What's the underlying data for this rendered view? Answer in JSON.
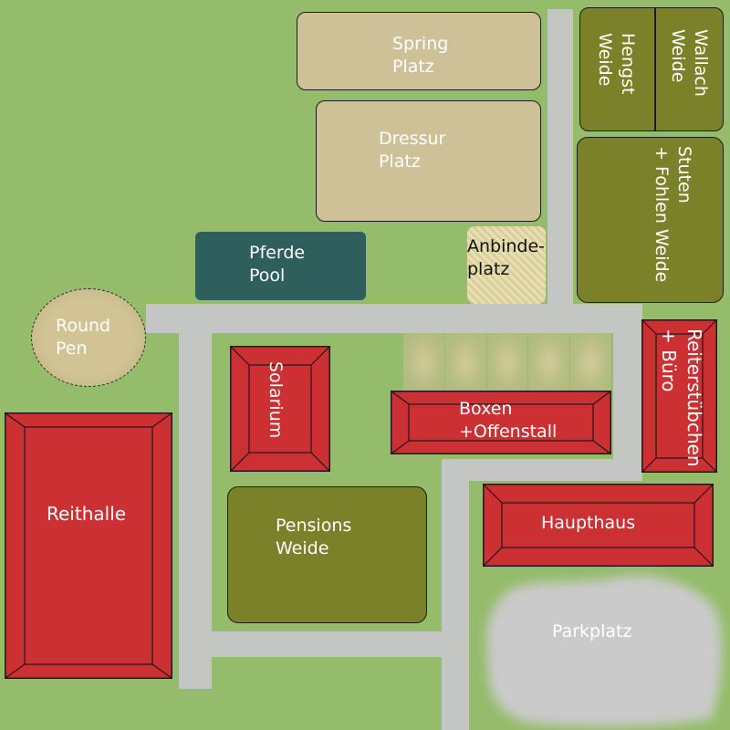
{
  "labels": {
    "spring_platz": "Spring\nPlatz",
    "dressur_platz": "Dressur\nPlatz",
    "hengst_weide": "Hengst\nWeide",
    "wallach_weide": "Wallach\nWeide",
    "stuten_fohlen_weide": "Stuten\n+ Fohlen Weide",
    "pferde_pool": "Pferde\nPool",
    "anbindeplatz": "Anbinde-\nplatz",
    "round_pen": "Round\nPen",
    "solarium": "Solarium",
    "boxen_offenstall": "Boxen\n+Offenstall",
    "reiterstuebchen_buero": "Reiterstübchen\n+ Büro",
    "reithalle": "Reithalle",
    "pensions_weide": "Pensions\nWeide",
    "haupthaus": "Haupthaus",
    "parkplatz": "Parkplatz"
  },
  "colors": {
    "grass": "#94bc6a",
    "road": "#c4c6c4",
    "arena_sand": "#cfc197",
    "pasture": "#7b8128",
    "roof_red": "#cc3033",
    "pool": "#2f5f5c"
  }
}
